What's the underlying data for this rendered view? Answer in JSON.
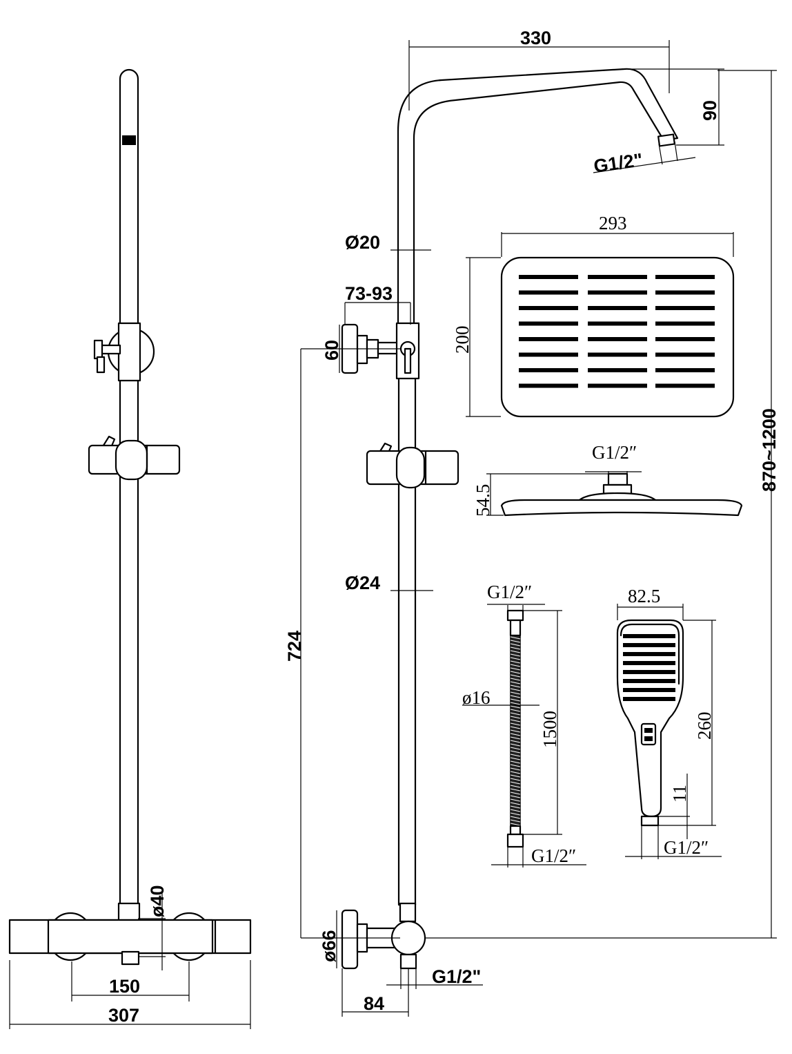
{
  "dimensions": {
    "arm_width": "330",
    "arm_drop": "90",
    "arm_thread": "G1/2\"",
    "upper_pipe_dia": "Ø20",
    "bracket_range": "73-93",
    "bracket_flange": "60",
    "lower_span": "724",
    "lower_pipe_dia": "Ø24",
    "total_height": "870~1200",
    "head_width": "293",
    "head_depth": "200",
    "head_thread": "G1/2″",
    "head_height": "54.5",
    "hose_top_thread": "G1/2″",
    "hose_dia": "ø16",
    "hose_length": "1500",
    "hose_bottom_thread": "G1/2″",
    "hand_width": "82.5",
    "hand_length": "260",
    "hand_neck": "11",
    "hand_thread": "G1/2″",
    "inlet_dia": "ø40",
    "inlet_spacing": "150",
    "mixer_width": "307",
    "flange_dia": "ø66",
    "outlet_thread": "G1/2\"",
    "wall_offset": "84"
  }
}
